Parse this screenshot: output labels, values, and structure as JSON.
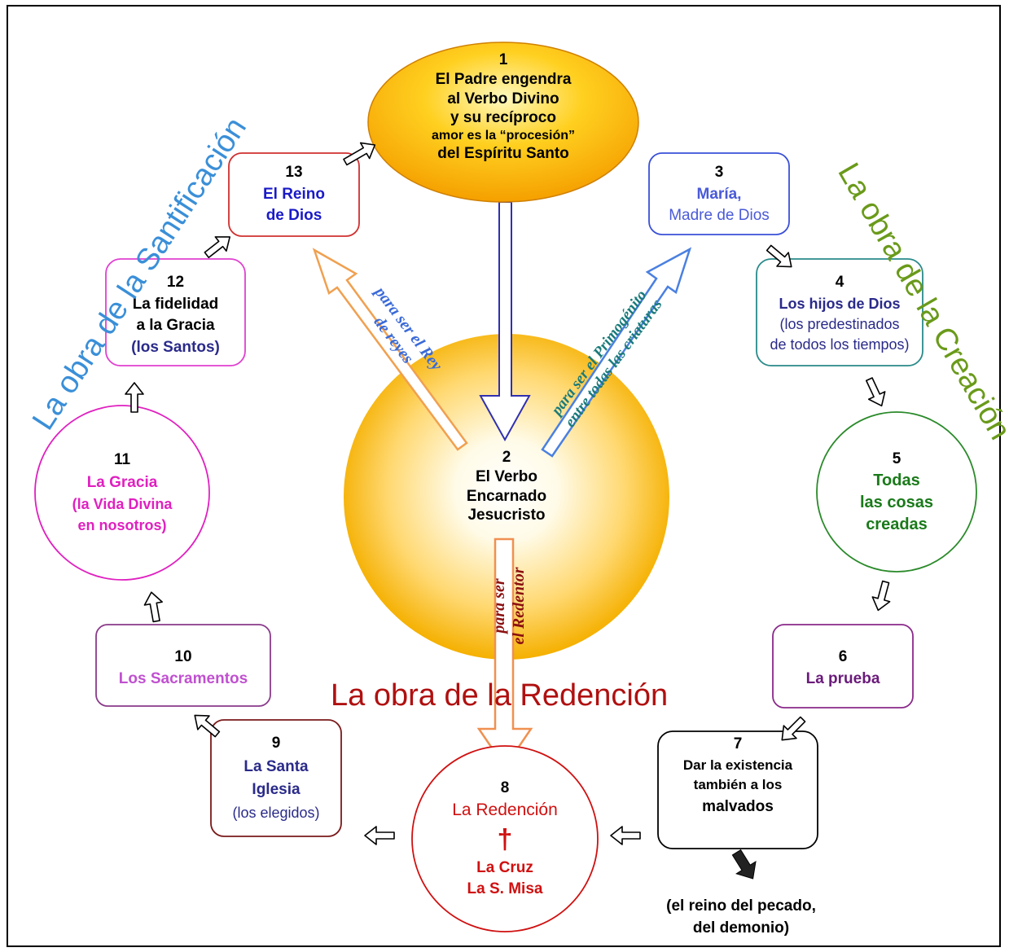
{
  "nodes": {
    "n1": {
      "num": "1",
      "lines": [
        "El Padre engendra",
        "al  Verbo  Divino",
        "y  su  recíproco",
        "amor es la “procesión”",
        "del Espíritu Santo"
      ]
    },
    "n2": {
      "num": "2",
      "lines": [
        "El Verbo",
        "Encarnado",
        "Jesucristo"
      ]
    },
    "n3": {
      "num": "3",
      "lines": [
        "María,",
        "Madre de Dios"
      ]
    },
    "n4": {
      "num": "4",
      "lines": [
        "Los hijos de Dios",
        "(los  predestinados",
        "de todos los tiempos)"
      ]
    },
    "n5": {
      "num": "5",
      "lines": [
        "Todas",
        "las cosas",
        "creadas"
      ]
    },
    "n6": {
      "num": "6",
      "lines": [
        "La prueba"
      ]
    },
    "n7": {
      "num": "7",
      "lines": [
        "Dar la existencia",
        "también a los",
        "malvados"
      ]
    },
    "n8": {
      "num": "8",
      "title": "La Redención",
      "cross": "†",
      "lines": [
        "La Cruz",
        "La S. Misa"
      ]
    },
    "n9": {
      "num": "9",
      "lines": [
        "La Santa",
        "Iglesia",
        "(los elegidos)"
      ]
    },
    "n10": {
      "num": "10",
      "lines": [
        "Los Sacramentos"
      ]
    },
    "n11": {
      "num": "11",
      "lines": [
        "La Gracia",
        "(la Vida Divina",
        "en nosotros)"
      ]
    },
    "n12": {
      "num": "12",
      "lines": [
        "La fidelidad",
        "a la Gracia",
        "(los Santos)"
      ]
    },
    "n13": {
      "num": "13",
      "lines": [
        "El Reino",
        "de  Dios"
      ]
    }
  },
  "sin_note": [
    "(el reino del pecado,",
    "del demonio)"
  ],
  "titles": {
    "santificacion": "La obra de la Santificación",
    "creacion": "La obra de la Creación",
    "redencion": "La obra de la Redención"
  },
  "arrow_labels": {
    "rey": [
      "para ser el Rey",
      "de reyes"
    ],
    "primogenito": [
      "para ser el Primogénito",
      "entre todas las criaturas"
    ],
    "redentor": [
      "para  ser",
      "el Redentor"
    ]
  },
  "colors": {
    "santificacion_title": "#3a8fd8",
    "creacion_title": "#6a9a1a",
    "redencion_title": "#b01010",
    "n3_text": "#4a5ad8",
    "n4_text": "#2a2a8a",
    "n5_text": "#1a7a1a",
    "n6_text": "#6a1a7a",
    "n8_text": "#d01010",
    "n9_text": "#2a2a8a",
    "n10_text": "#c050d0",
    "n11_text": "#e020c0",
    "n12_text": "#2a2a8a",
    "n13_text": "#1a1ac8"
  }
}
